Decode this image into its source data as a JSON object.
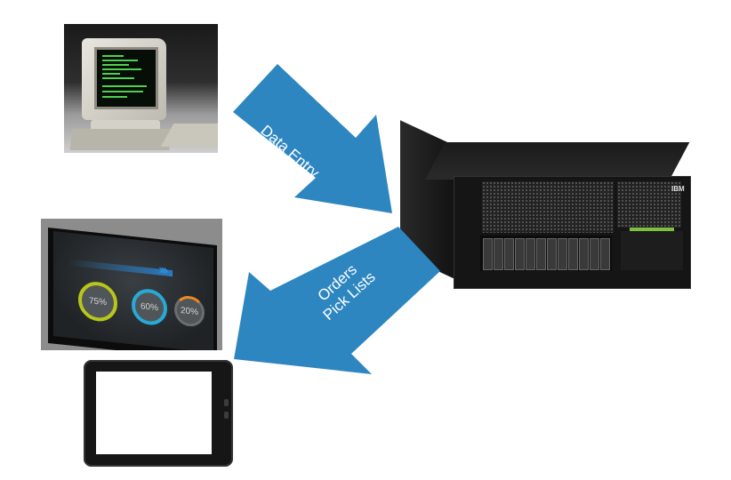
{
  "arrows": {
    "data_entry": {
      "label": "Data Entry",
      "color": "#2e86c1"
    },
    "orders": {
      "line1": "Orders",
      "line2": "Pick Lists",
      "color": "#2e86c1"
    }
  },
  "server": {
    "brand": "IBM"
  },
  "display": {
    "gauges": [
      {
        "value": "75%",
        "color": "#b8c61a"
      },
      {
        "value": "60%",
        "color": "#28a9d6"
      },
      {
        "value": "20%",
        "color": "#f08a1c"
      }
    ]
  }
}
